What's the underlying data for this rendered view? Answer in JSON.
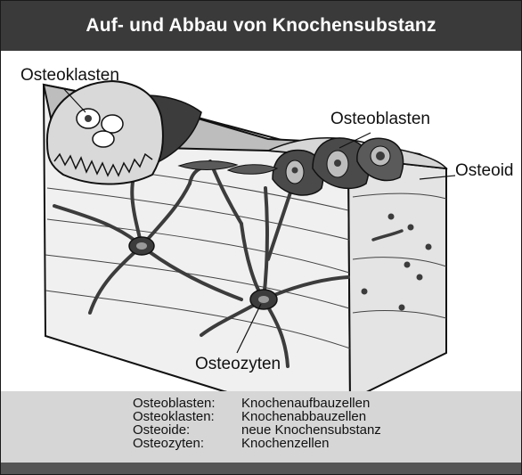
{
  "title": "Auf- und Abbau von Knochensubstanz",
  "labels": {
    "osteoklasten": "Osteoklasten",
    "osteoblasten": "Osteoblasten",
    "osteoid": "Osteoid",
    "osteozyten": "Osteozyten"
  },
  "legend": [
    {
      "term": "Osteoblasten:",
      "definition": "Knochenaufbauzellen"
    },
    {
      "term": "Osteoklasten:",
      "definition": "Knochenabbauzellen"
    },
    {
      "term": "Osteoide:",
      "definition": "neue Knochensubstanz"
    },
    {
      "term": "Osteozyten:",
      "definition": "Knochenzellen"
    }
  ],
  "colors": {
    "title_bar": "#3a3a3a",
    "bone_front": "#f0f0f0",
    "bone_side": "#e2e2e2",
    "bone_top": "#bdbdbd",
    "cell_dark": "#3c3c3c",
    "legend_bg": "#d6d6d6"
  }
}
